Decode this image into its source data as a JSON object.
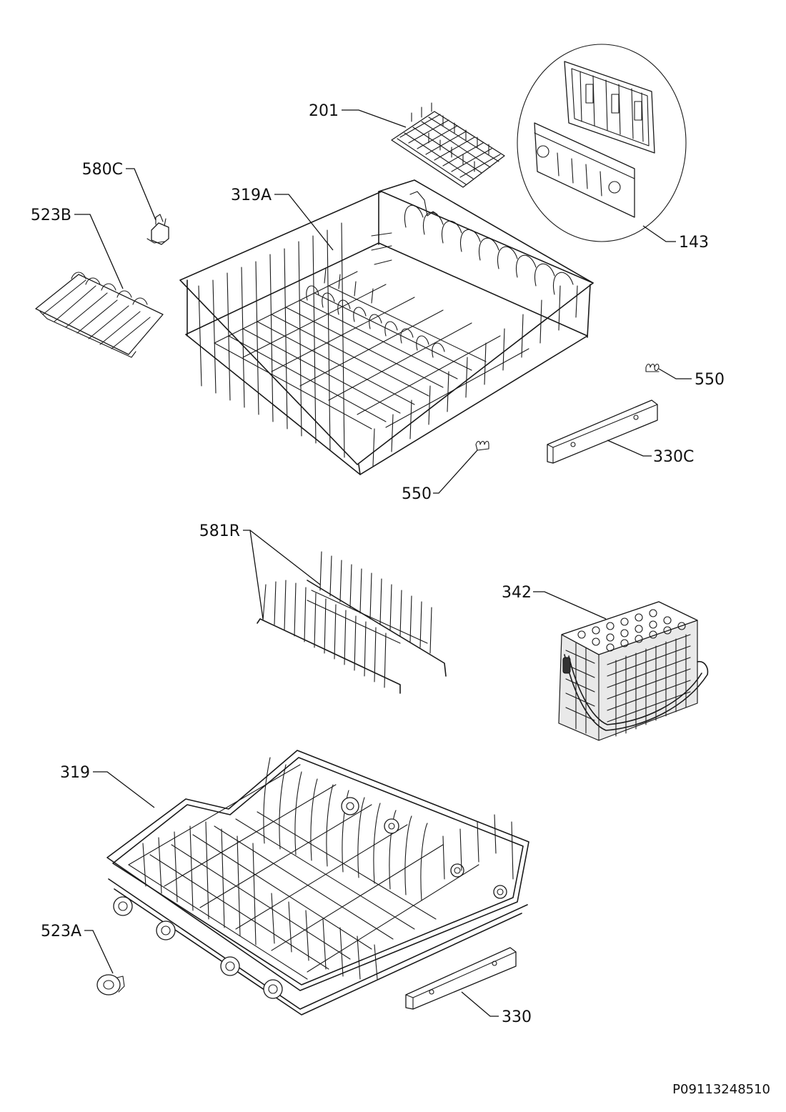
{
  "diagram": {
    "labels": {
      "p201": "201",
      "p580C": "580C",
      "p523B": "523B",
      "p319A": "319A",
      "p143": "143",
      "p550a": "550",
      "p550b": "550",
      "p330C": "330C",
      "p581R": "581R",
      "p342": "342",
      "p319": "319",
      "p523A": "523A",
      "p330": "330"
    },
    "doc_number": "P09113248510"
  }
}
